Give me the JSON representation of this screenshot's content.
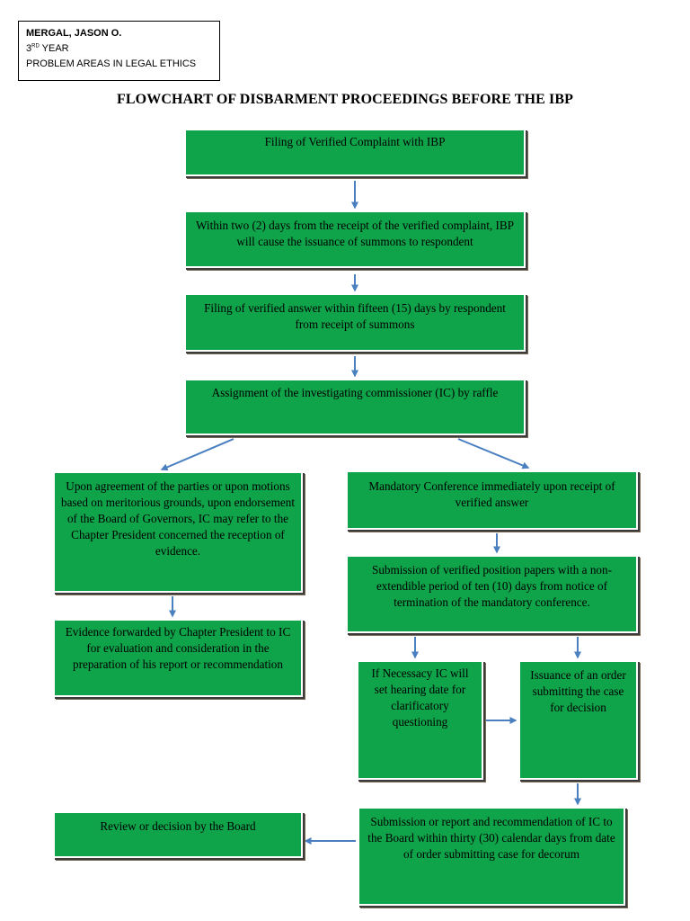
{
  "header": {
    "name": "MERGAL, JASON O.",
    "year_num": "3",
    "year_sup": "RD",
    "year_word": " YEAR",
    "subject": "PROBLEM AREAS IN LEGAL ETHICS"
  },
  "title": "FLOWCHART OF DISBARMENT PROCEEDINGS BEFORE THE IBP",
  "nodes": {
    "filing": "Filing of Verified Complaint with IBP",
    "summons": "Within two (2) days from the receipt of the verified complaint, IBP will cause the issuance of summons to respondent",
    "answer": "Filing of verified answer within fifteen (15) days by respondent from receipt of summons",
    "assignment": "Assignment of the investigating commissioner (IC) by raffle",
    "agreement": "Upon agreement of the parties or upon motions based on meritorious grounds, upon endorsement of the Board of Governors, IC may refer to the Chapter President concerned the reception of evidence.",
    "evidence": "Evidence forwarded by Chapter President to IC for evaluation and consideration in the preparation of his report or recommendation",
    "conference": "Mandatory Conference immediately upon receipt of verified answer",
    "position_papers": "Submission of verified position papers with a non-extendible period of ten (10) days from notice of termination of the mandatory conference.",
    "hearing": "If Necessacy IC will set hearing date for clarificatory questioning",
    "order": "Issuance of an order submitting the case for decision",
    "report": "Submission or report and recommendation of IC to the Board within thirty (30) calendar days from date of order submitting case for decorum",
    "review": "Review or decision by the Board"
  },
  "colors": {
    "box_fill": "#10a44a",
    "arrow": "#4a7fc0"
  }
}
